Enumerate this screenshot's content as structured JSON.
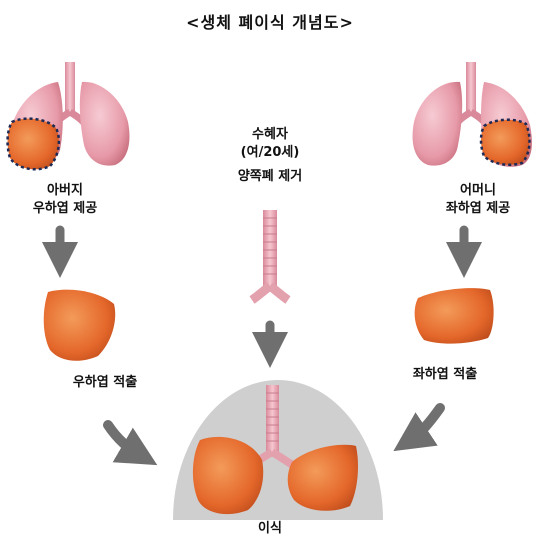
{
  "title": "<생체 폐이식 개념도>",
  "father": {
    "line1": "아버지",
    "line2": "우하엽 제공"
  },
  "mother": {
    "line1": "어머니",
    "line2": "좌하엽 제공"
  },
  "recipient": {
    "line1": "수혜자",
    "line2": "(여/20세)",
    "line3": "양쪽폐 제거"
  },
  "father_extract": "우하엽 적출",
  "mother_extract": "좌하엽 적출",
  "transplant": "이식",
  "colors": {
    "lung_pink": "#e9a7b4",
    "lobe_orange": "#e5692c",
    "trachea": "#e8a0ad",
    "arrow_gray": "#707070",
    "circle_gray": "#cfcfcf"
  }
}
